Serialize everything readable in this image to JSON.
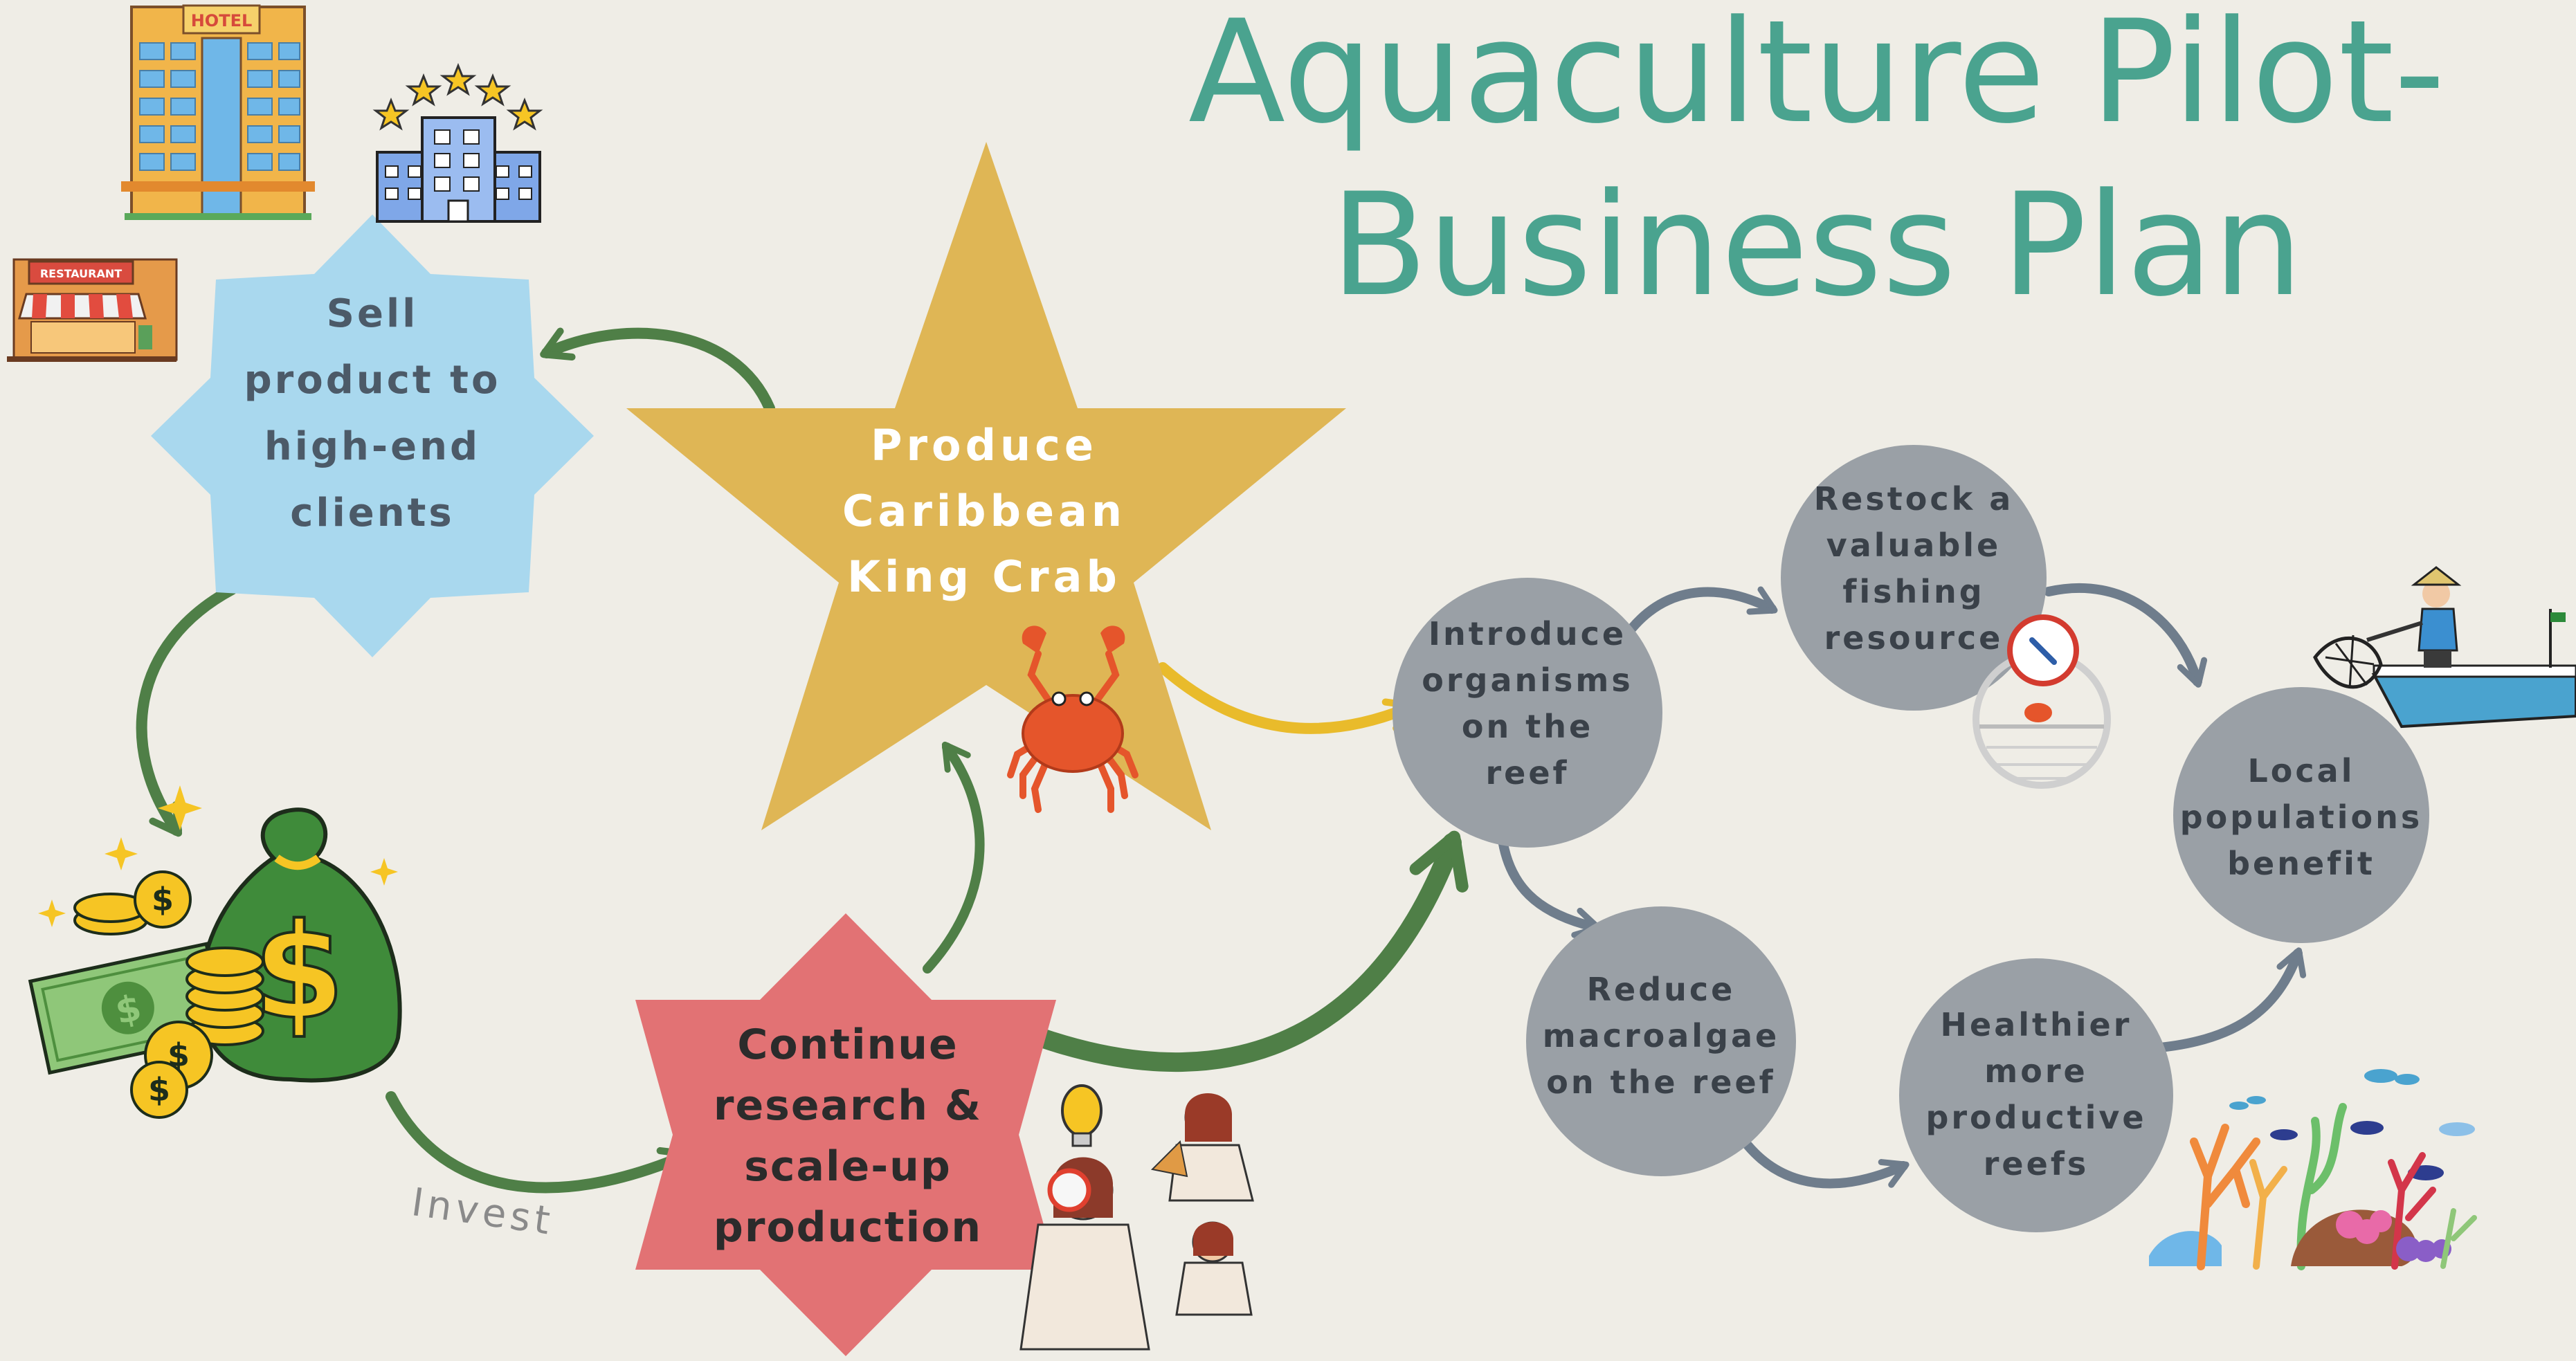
{
  "title": {
    "line1": "Aquaculture Pilot-",
    "line2": "Business Plan"
  },
  "colors": {
    "background": "#efede6",
    "title": "#4aa38f",
    "star_gold": "#dfb655",
    "sell_blue": "#a9d8ee",
    "research_red": "#e27274",
    "circle_grey": "#9aa0a6",
    "arrow_green": "#4f7f47",
    "arrow_yellow": "#e9bb2b",
    "arrow_slate": "#6f7d8c"
  },
  "nodes": {
    "sell": {
      "lines": [
        "Sell",
        "product to",
        "high-end",
        "clients"
      ]
    },
    "produce": {
      "lines": [
        "Produce",
        "Caribbean",
        "King Crab"
      ]
    },
    "research": {
      "lines": [
        "Continue",
        "research &",
        "scale-up",
        "production"
      ]
    },
    "introduce": {
      "lines": [
        "Introduce",
        "organisms",
        "on the",
        "reef"
      ]
    },
    "restock": {
      "lines": [
        "Restock a",
        "valuable",
        "fishing",
        "resource"
      ]
    },
    "reduce": {
      "lines": [
        "Reduce",
        "macroalgae",
        "on the reef"
      ]
    },
    "healthier": {
      "lines": [
        "Healthier",
        "more",
        "productive",
        "reefs"
      ]
    },
    "local": {
      "lines": [
        "Local",
        "populations",
        "benefit"
      ]
    }
  },
  "labels": {
    "invest": "Invest",
    "hotel_sign": "HOTEL",
    "restaurant_sign": "RESTAURANT"
  },
  "icons": [
    "hotel-icon",
    "five-star-hotel-icon",
    "restaurant-icon",
    "money-bag-icon",
    "crab-icon",
    "researchers-icon",
    "fishing-net-icon",
    "fisherman-boat-icon",
    "coral-reef-icon"
  ]
}
